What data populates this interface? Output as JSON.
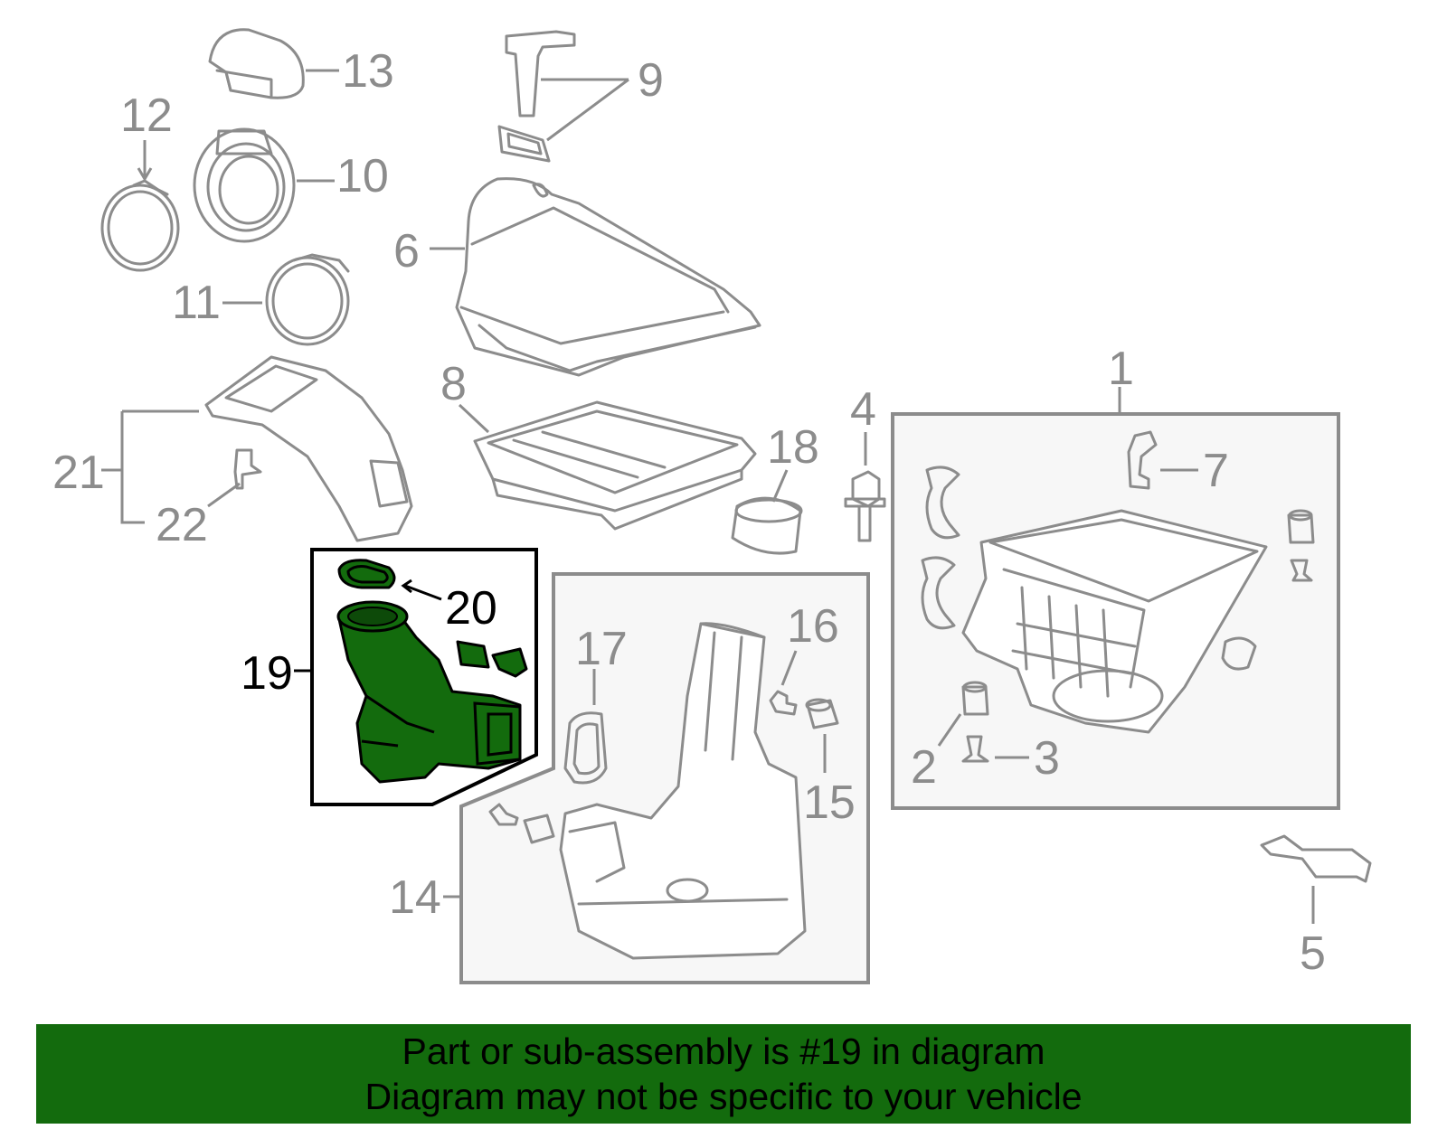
{
  "callouts": {
    "c1": "1",
    "c2": "2",
    "c3": "3",
    "c4": "4",
    "c5": "5",
    "c6": "6",
    "c7": "7",
    "c8": "8",
    "c9": "9",
    "c10": "10",
    "c11": "11",
    "c12": "12",
    "c13": "13",
    "c14": "14",
    "c15": "15",
    "c16": "16",
    "c17": "17",
    "c18": "18",
    "c19": "19",
    "c20": "20",
    "c21": "21",
    "c22": "22"
  },
  "highlighted_part": "19",
  "colors": {
    "highlight": "#136b0d",
    "linework": "#8c8c8c",
    "banner": "#136b0d"
  },
  "banner": {
    "line1": "Part or sub-assembly is #19 in diagram",
    "line2": "Diagram may not be specific to your vehicle"
  }
}
